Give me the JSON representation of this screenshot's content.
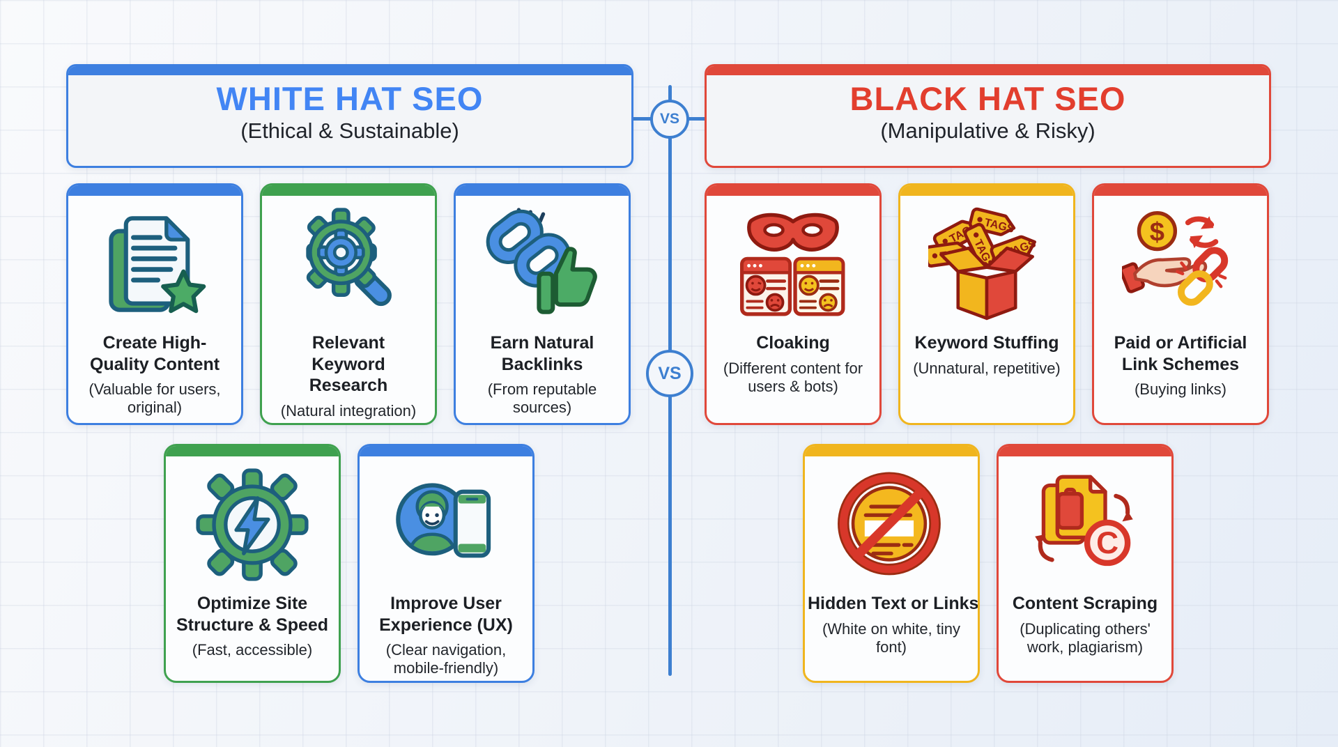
{
  "colors": {
    "blue": "#3d7fe0",
    "blue_title": "#4285f4",
    "green": "#3fa14f",
    "red": "#e0483a",
    "red_title": "#e23e2e",
    "yellow": "#f0b51e",
    "dark_text": "#1c1f24",
    "divider_blue": "#3d7fd0",
    "background": "#eff3f9"
  },
  "divider": {
    "vs_top": "VS",
    "vs_middle": "VS"
  },
  "white_hat": {
    "title": "WHITE HAT SEO",
    "subtitle": "(Ethical & Sustainable)",
    "cards": [
      {
        "title": "Create High-Quality Content",
        "subtitle": "(Valuable for users, original)",
        "icon": "document-star-icon",
        "accent": "#3d7fe0"
      },
      {
        "title": "Relevant Keyword Research",
        "subtitle": "(Natural integration)",
        "icon": "gear-magnifier-icon",
        "accent": "#3fa14f"
      },
      {
        "title": "Earn Natural Backlinks",
        "subtitle": "(From reputable sources)",
        "icon": "chain-thumbs-up-icon",
        "accent": "#3d7fe0"
      },
      {
        "title": "Optimize Site Structure & Speed",
        "subtitle": "(Fast, accessible)",
        "icon": "gear-lightning-icon",
        "accent": "#3fa14f"
      },
      {
        "title": "Improve User Experience (UX)",
        "subtitle": "(Clear navigation, mobile-friendly)",
        "icon": "user-phone-icon",
        "accent": "#3d7fe0"
      }
    ]
  },
  "black_hat": {
    "title": "BLACK HAT SEO",
    "subtitle": "(Manipulative & Risky)",
    "cards": [
      {
        "title": "Cloaking",
        "subtitle": "(Different content for users & bots)",
        "icon": "mask-browsers-icon",
        "accent": "#e0483a"
      },
      {
        "title": "Keyword Stuffing",
        "subtitle": "(Unnatural, repetitive)",
        "icon": "tags-box-icon",
        "accent": "#f0b51e"
      },
      {
        "title": "Paid or Artificial Link Schemes",
        "subtitle": "(Buying links)",
        "icon": "money-link-exchange-icon",
        "accent": "#e0483a"
      },
      {
        "title": "Hidden Text or Links",
        "subtitle": "(White on white, tiny font)",
        "icon": "hidden-text-prohibited-icon",
        "accent": "#f0b51e"
      },
      {
        "title": "Content Scraping",
        "subtitle": "(Duplicating others' work, plagiarism)",
        "icon": "copy-copyright-icon",
        "accent": "#e0483a"
      }
    ]
  },
  "icon_text": {
    "tag_label": "TAGS",
    "dollar_sign": "$",
    "copyright_letter": "C"
  }
}
